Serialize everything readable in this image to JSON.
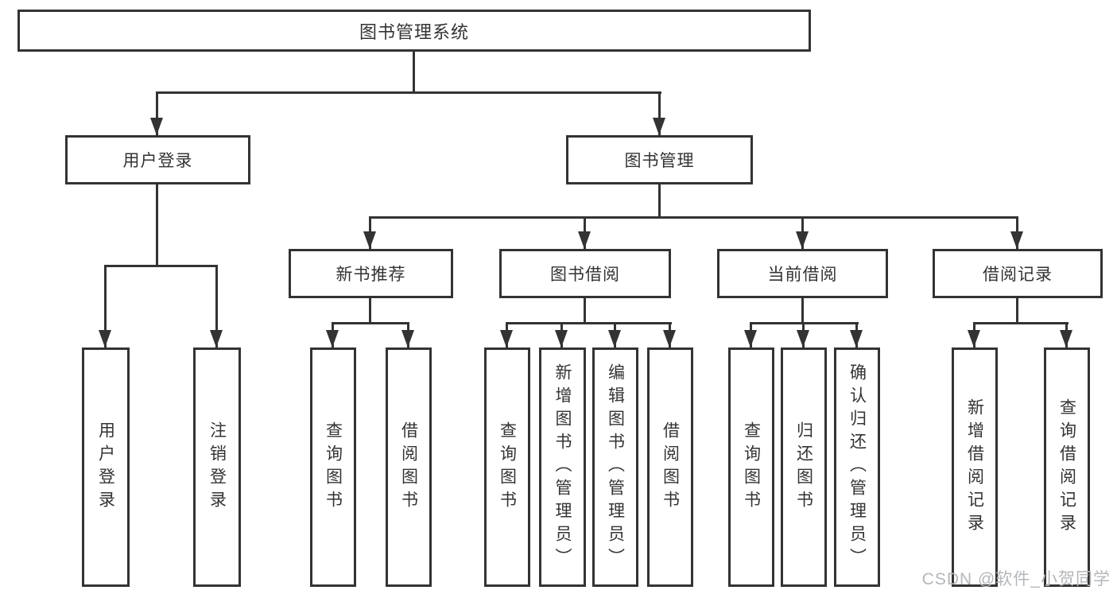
{
  "diagram_title": "图书管理系统",
  "nodes": {
    "root": {
      "label": "图书管理系统"
    },
    "user_login": {
      "label": "用户登录"
    },
    "book_mgmt": {
      "label": "图书管理"
    },
    "new_book_rec": {
      "label": "新书推荐"
    },
    "book_borrow": {
      "label": "图书借阅"
    },
    "current_borrow": {
      "label": "当前借阅"
    },
    "borrow_records": {
      "label": "借阅记录"
    },
    "leaf_user_login": {
      "label": "用户登录"
    },
    "leaf_logout": {
      "label": "注销登录"
    },
    "leaf_query_books_1": {
      "label": "查询图书"
    },
    "leaf_borrow_books_1": {
      "label": "借阅图书"
    },
    "leaf_query_books_2": {
      "label": "查询图书"
    },
    "leaf_add_books": {
      "label": "新增图书（管理员）"
    },
    "leaf_edit_books": {
      "label": "编辑图书（管理员）"
    },
    "leaf_borrow_books_2": {
      "label": "借阅图书"
    },
    "leaf_query_books_3": {
      "label": "查询图书"
    },
    "leaf_return_books": {
      "label": "归还图书"
    },
    "leaf_confirm_return": {
      "label": "确认归还（管理员）"
    },
    "leaf_add_record": {
      "label": "新增借阅记录"
    },
    "leaf_query_record": {
      "label": "查询借阅记录"
    }
  },
  "hierarchy": {
    "图书管理系统": {
      "用户登录": [
        "用户登录",
        "注销登录"
      ],
      "图书管理": {
        "新书推荐": [
          "查询图书",
          "借阅图书"
        ],
        "图书借阅": [
          "查询图书",
          "新增图书（管理员）",
          "编辑图书（管理员）",
          "借阅图书"
        ],
        "当前借阅": [
          "查询图书",
          "归还图书",
          "确认归还（管理员）"
        ],
        "借阅记录": [
          "新增借阅记录",
          "查询借阅记录"
        ]
      }
    }
  },
  "watermark": {
    "text": "CSDN @软件_小贺同学",
    "color": "#b4b7ba"
  },
  "colors": {
    "line": "#333333",
    "text": "#333333",
    "background": "#ffffff"
  }
}
